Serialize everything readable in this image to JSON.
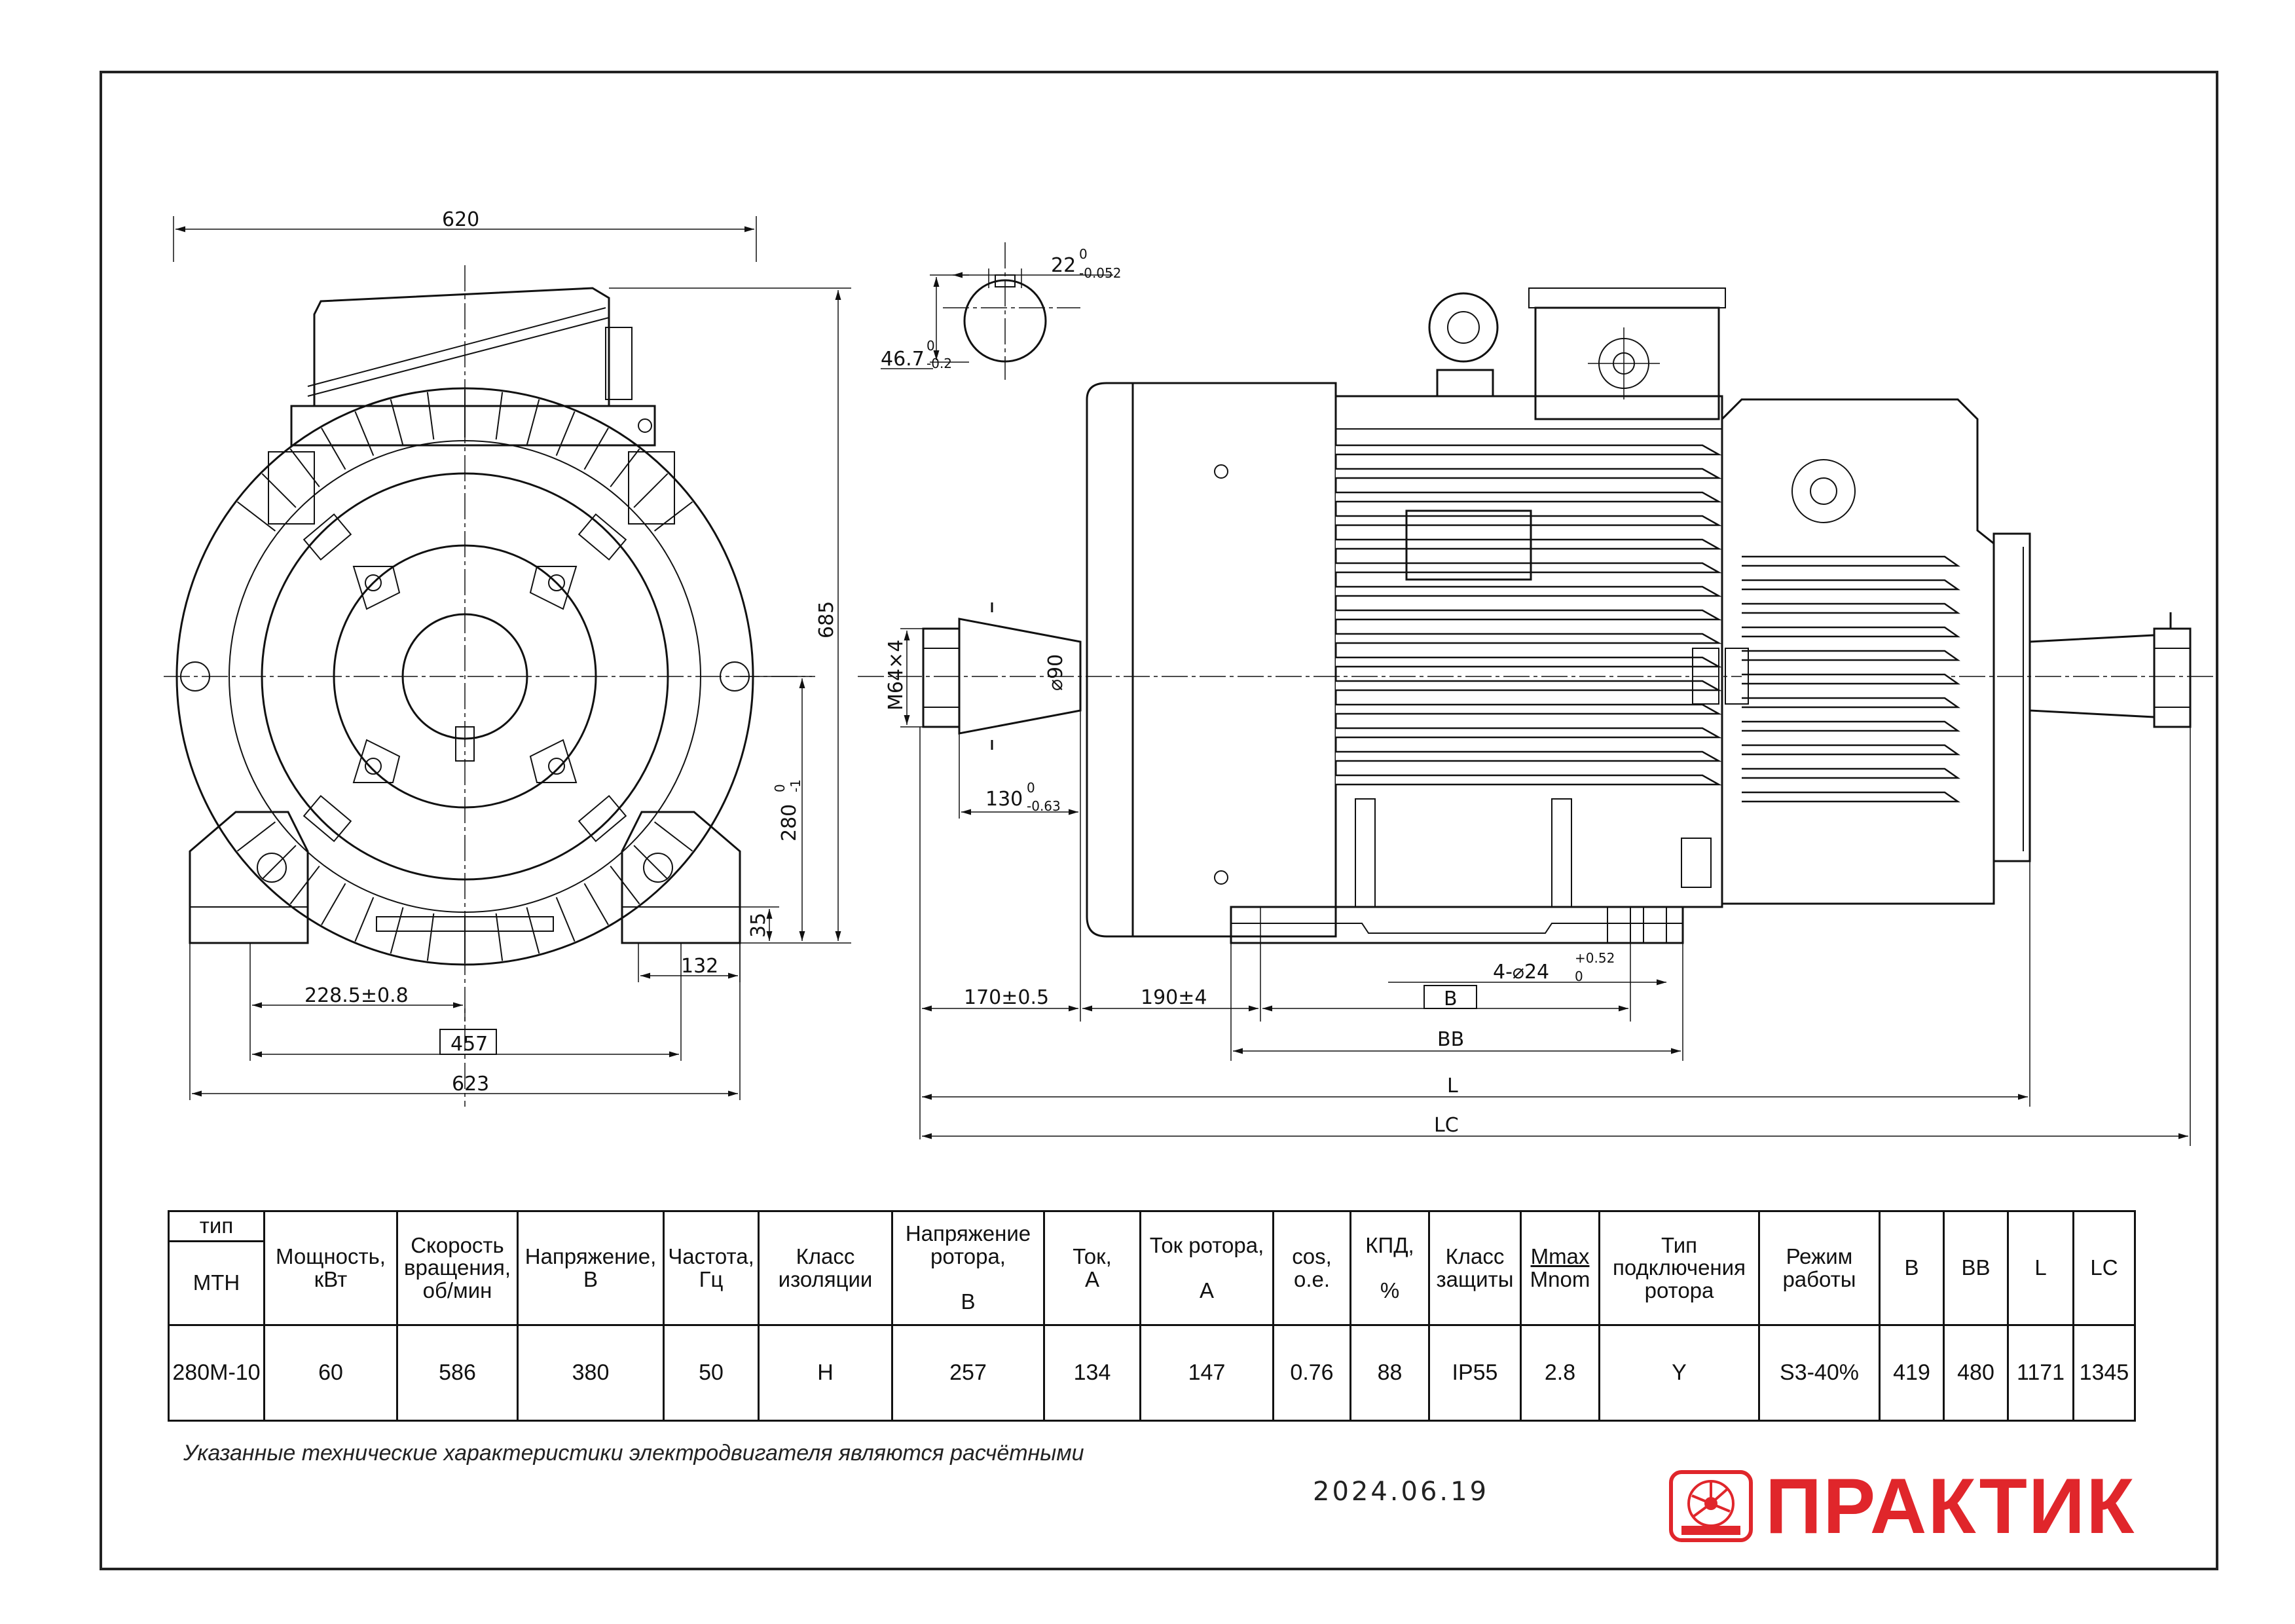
{
  "dims_front": {
    "width_top": "620",
    "height": "685",
    "h280": "280",
    "h280_tol_hi": "0",
    "h280_tol_lo": "-1",
    "foot_h": "35",
    "foot_w": "132",
    "half_base": "228.5±0.8",
    "base_basic": "457",
    "width_bottom": "623"
  },
  "dims_key": {
    "key_w": "22",
    "key_w_tol_hi": "0",
    "key_w_tol_lo": "-0.052",
    "key_d": "46.7",
    "key_d_tol_hi": "0",
    "key_d_tol_lo": "-0.2"
  },
  "dims_side": {
    "thread": "M64×4",
    "shaft_d": "⌀90",
    "shaft_len": "130",
    "shaft_len_tol_hi": "0",
    "shaft_len_tol_lo": "-0.63",
    "d170": "170±0.5",
    "d190": "190±4",
    "holes": "4-⌀24",
    "holes_tol_hi": "+0.52",
    "holes_tol_lo": "0",
    "B": "B",
    "BB": "BB",
    "L": "L",
    "LC": "LC"
  },
  "table": {
    "h_type": "тип",
    "h_series": "МТН",
    "h_power": "Мощность, кВт",
    "h_speed": "Скорость вращения, об/мин",
    "h_voltage": "Напряжение, В",
    "h_freq": "Частота, Гц",
    "h_insul": "Класс изоляции",
    "h_rotor_v": "Напряжение ротора,",
    "h_rotor_v_unit": "В",
    "h_current": "Ток,",
    "h_current_unit": "А",
    "h_rotor_i": "Ток ротора,",
    "h_rotor_i_unit": "А",
    "h_cos": "cos, o.e.",
    "h_eff": "КПД,",
    "h_eff_unit": "%",
    "h_prot": "Класс защиты",
    "h_mmax": "Mmax",
    "h_mnom": "Mnom",
    "h_conn": "Тип подключения ротора",
    "h_mode": "Режим работы",
    "h_B": "B",
    "h_BB": "BB",
    "h_L": "L",
    "h_LC": "LC",
    "row": {
      "type": "280M-10",
      "power": "60",
      "speed": "586",
      "voltage": "380",
      "freq": "50",
      "insul": "H",
      "rotor_v": "257",
      "current": "134",
      "rotor_i": "147",
      "cos": "0.76",
      "eff": "88",
      "prot": "IP55",
      "m_ratio": "2.8",
      "conn": "Y",
      "mode": "S3-40%",
      "B": "419",
      "BB": "480",
      "L": "1171",
      "LC": "1345"
    }
  },
  "footer": {
    "note": "Указанные технические характеристики электродвигателя являются расчётными",
    "date": "2024.06.19",
    "brand": "ПРАКТИК"
  },
  "colors": {
    "brand": "#e0262b",
    "line": "#111111"
  }
}
